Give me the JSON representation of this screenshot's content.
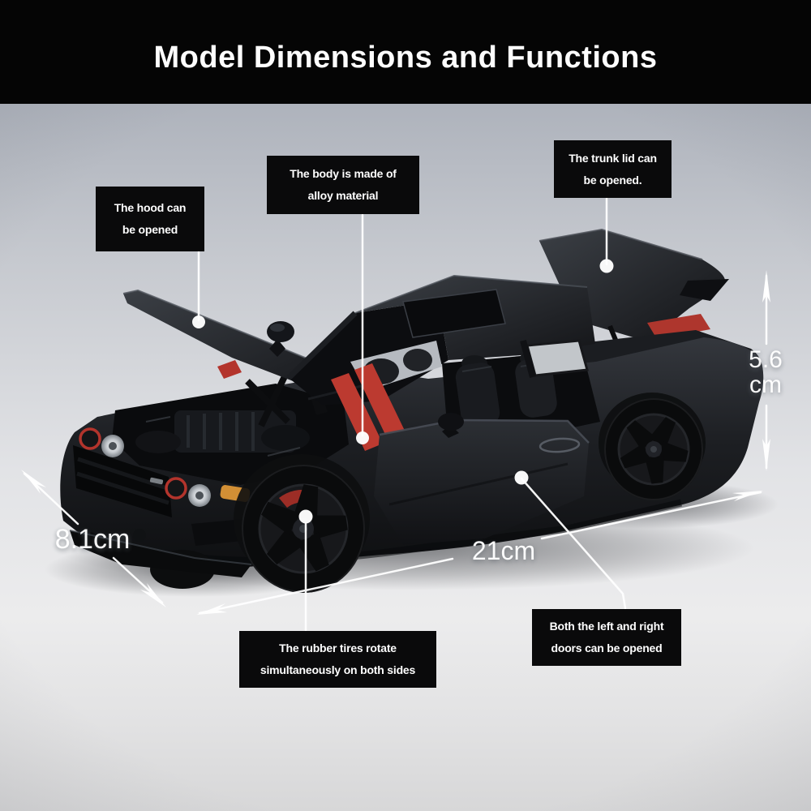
{
  "header": {
    "title": "Model Dimensions and Functions"
  },
  "callouts": {
    "hood": {
      "line1": "The hood can",
      "line2": "be opened"
    },
    "body": {
      "line1": "The body is made of",
      "line2": "alloy material"
    },
    "trunk": {
      "line1": "The trunk lid can",
      "line2": "be opened."
    },
    "tires": {
      "line1": "The rubber tires rotate",
      "line2": "simultaneously on both sides"
    },
    "doors": {
      "line1": "Both the left and right",
      "line2": "doors can be opened"
    }
  },
  "dimensions": {
    "height_value": "5.6",
    "height_unit": "cm",
    "width_label": "8.1cm",
    "length_label": "21cm"
  },
  "subject": {
    "description": "Matte black die-cast model muscle car shown with hood, driver door and trunk lid open",
    "body_black": "#17181b",
    "accent_red": "#b3342c",
    "marker_orange": "#d28f35",
    "label_background": "#0a0a0b",
    "annotation_white": "#ffffff",
    "backdrop_top": "#999fab",
    "backdrop_bottom": "#d7d7d8"
  }
}
